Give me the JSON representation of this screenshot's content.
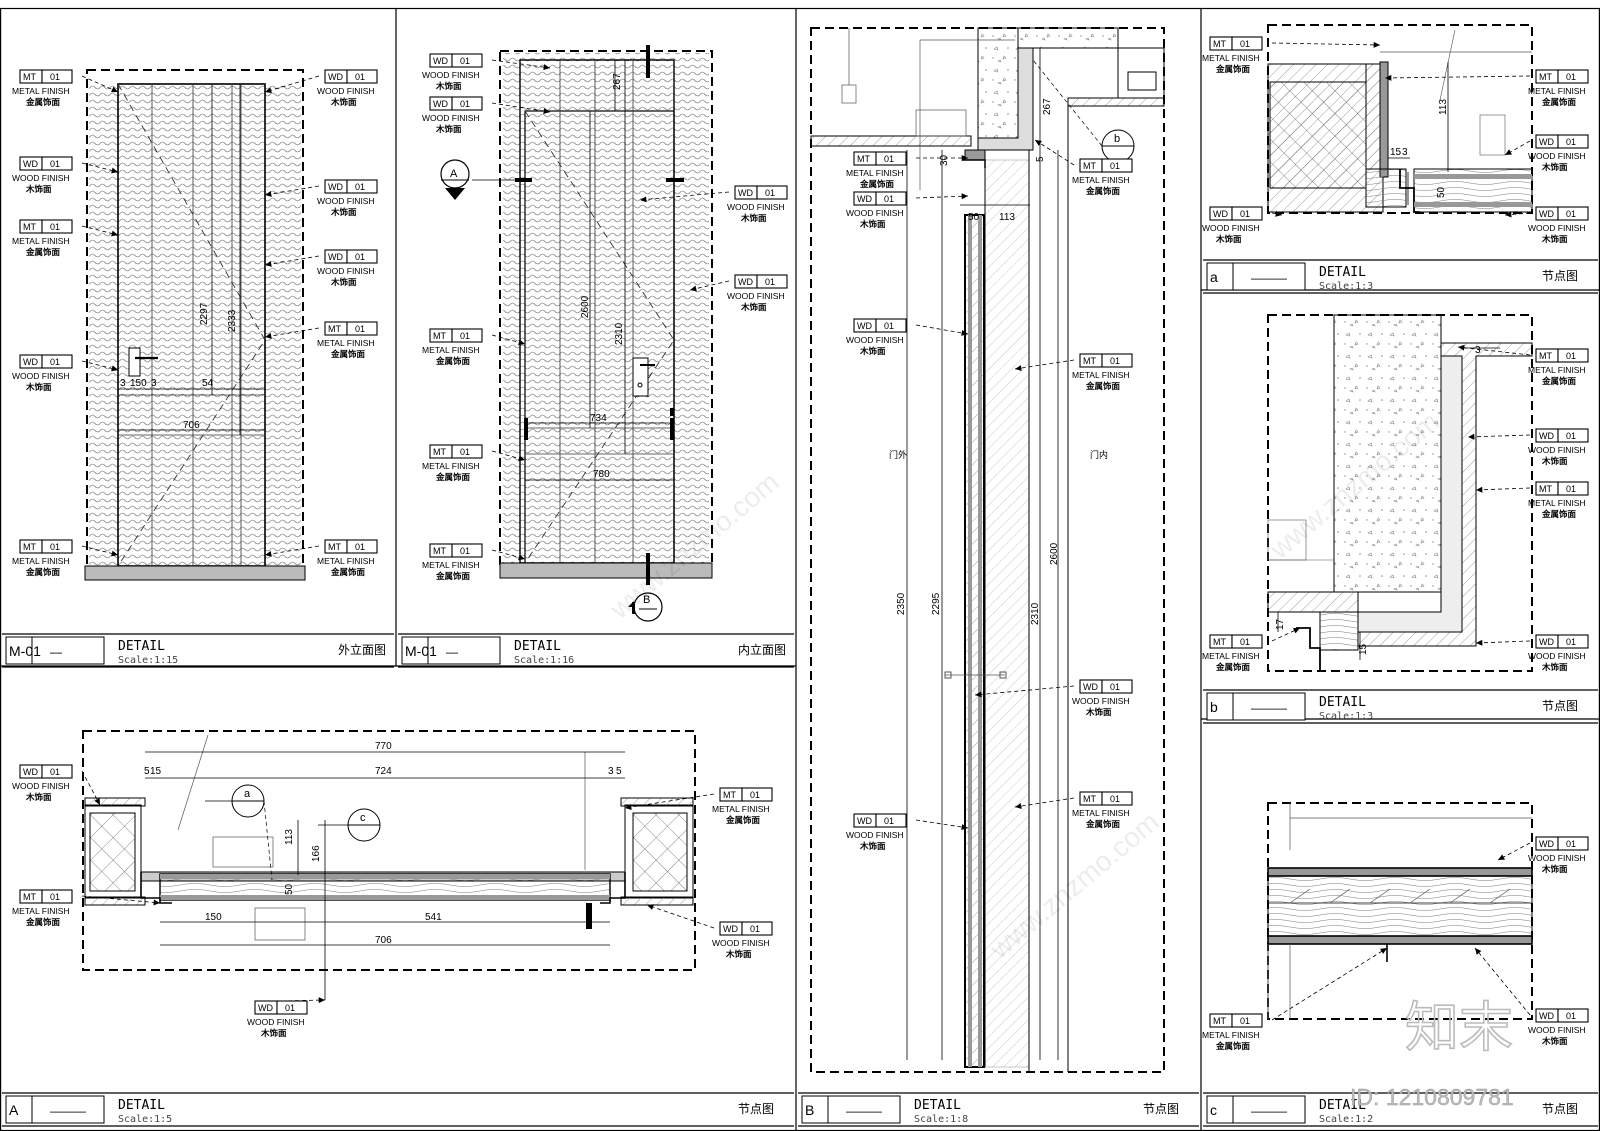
{
  "tag_codes": {
    "wd": "WD",
    "mt": "MT",
    "num": "01"
  },
  "finish": {
    "wood_en": "WOOD FINISH",
    "wood_cn": "木饰面",
    "metal_en": "METAL FINISH",
    "metal_cn": "金属饰面"
  },
  "panels": [
    {
      "key": "p1",
      "id": "M-01",
      "dash": "—",
      "title": "DETAIL",
      "scale": "Scale:1:15",
      "name": "外立面图"
    },
    {
      "key": "p2",
      "id": "M-01",
      "dash": "—",
      "title": "DETAIL",
      "scale": "Scale:1:16",
      "name": "内立面图"
    },
    {
      "key": "pA",
      "id": "A",
      "dash": "———",
      "title": "DETAIL",
      "scale": "Scale:1:5",
      "name": "节点图"
    },
    {
      "key": "pB",
      "id": "B",
      "dash": "———",
      "title": "DETAIL",
      "scale": "Scale:1:8",
      "name": "节点图"
    },
    {
      "key": "pa",
      "id": "a",
      "dash": "———",
      "title": "DETAIL",
      "scale": "Scale:1:3",
      "name": "节点图"
    },
    {
      "key": "pb",
      "id": "b",
      "dash": "———",
      "title": "DETAIL",
      "scale": "Scale:1:3",
      "name": "节点图"
    },
    {
      "key": "pc",
      "id": "c",
      "dash": "———",
      "title": "DETAIL",
      "scale": "Scale:1:2",
      "name": "节点图"
    }
  ],
  "section_markers": {
    "A": "A",
    "B": "B",
    "a": "a",
    "b": "b",
    "c": "c"
  },
  "dims": {
    "p1": {
      "h1": "2297",
      "h2": "2333",
      "w1": "150",
      "w2": "3",
      "w3": "54",
      "w4": "3",
      "w5": "706"
    },
    "p2": {
      "top": "267",
      "h1": "2600",
      "h2": "2310",
      "w1": "734",
      "w2": "780"
    },
    "pA": {
      "w_total": "770",
      "w_inner": "724",
      "l1": "5",
      "l2": "15",
      "r1": "3",
      "r2": "5",
      "d1": "113",
      "d2": "166",
      "d3": "50",
      "b1": "150",
      "b2": "541",
      "b3": "706"
    },
    "pB": {
      "top": "267",
      "s1": "30",
      "s2": "5",
      "w1": "50",
      "w2": "113",
      "h1": "2350",
      "h2": "2295",
      "h3": "2310",
      "h4": "2600",
      "outside": "门外",
      "inside": "门内"
    },
    "pa": {
      "d1": "113",
      "d2": "15",
      "d3": "3",
      "d4": "50"
    },
    "pb": {
      "d1": "3",
      "d2": "17",
      "d3": "15"
    }
  },
  "watermark": {
    "logo": "知末",
    "id_label": "ID: 1210809781",
    "site": "www.znzmo.com"
  }
}
